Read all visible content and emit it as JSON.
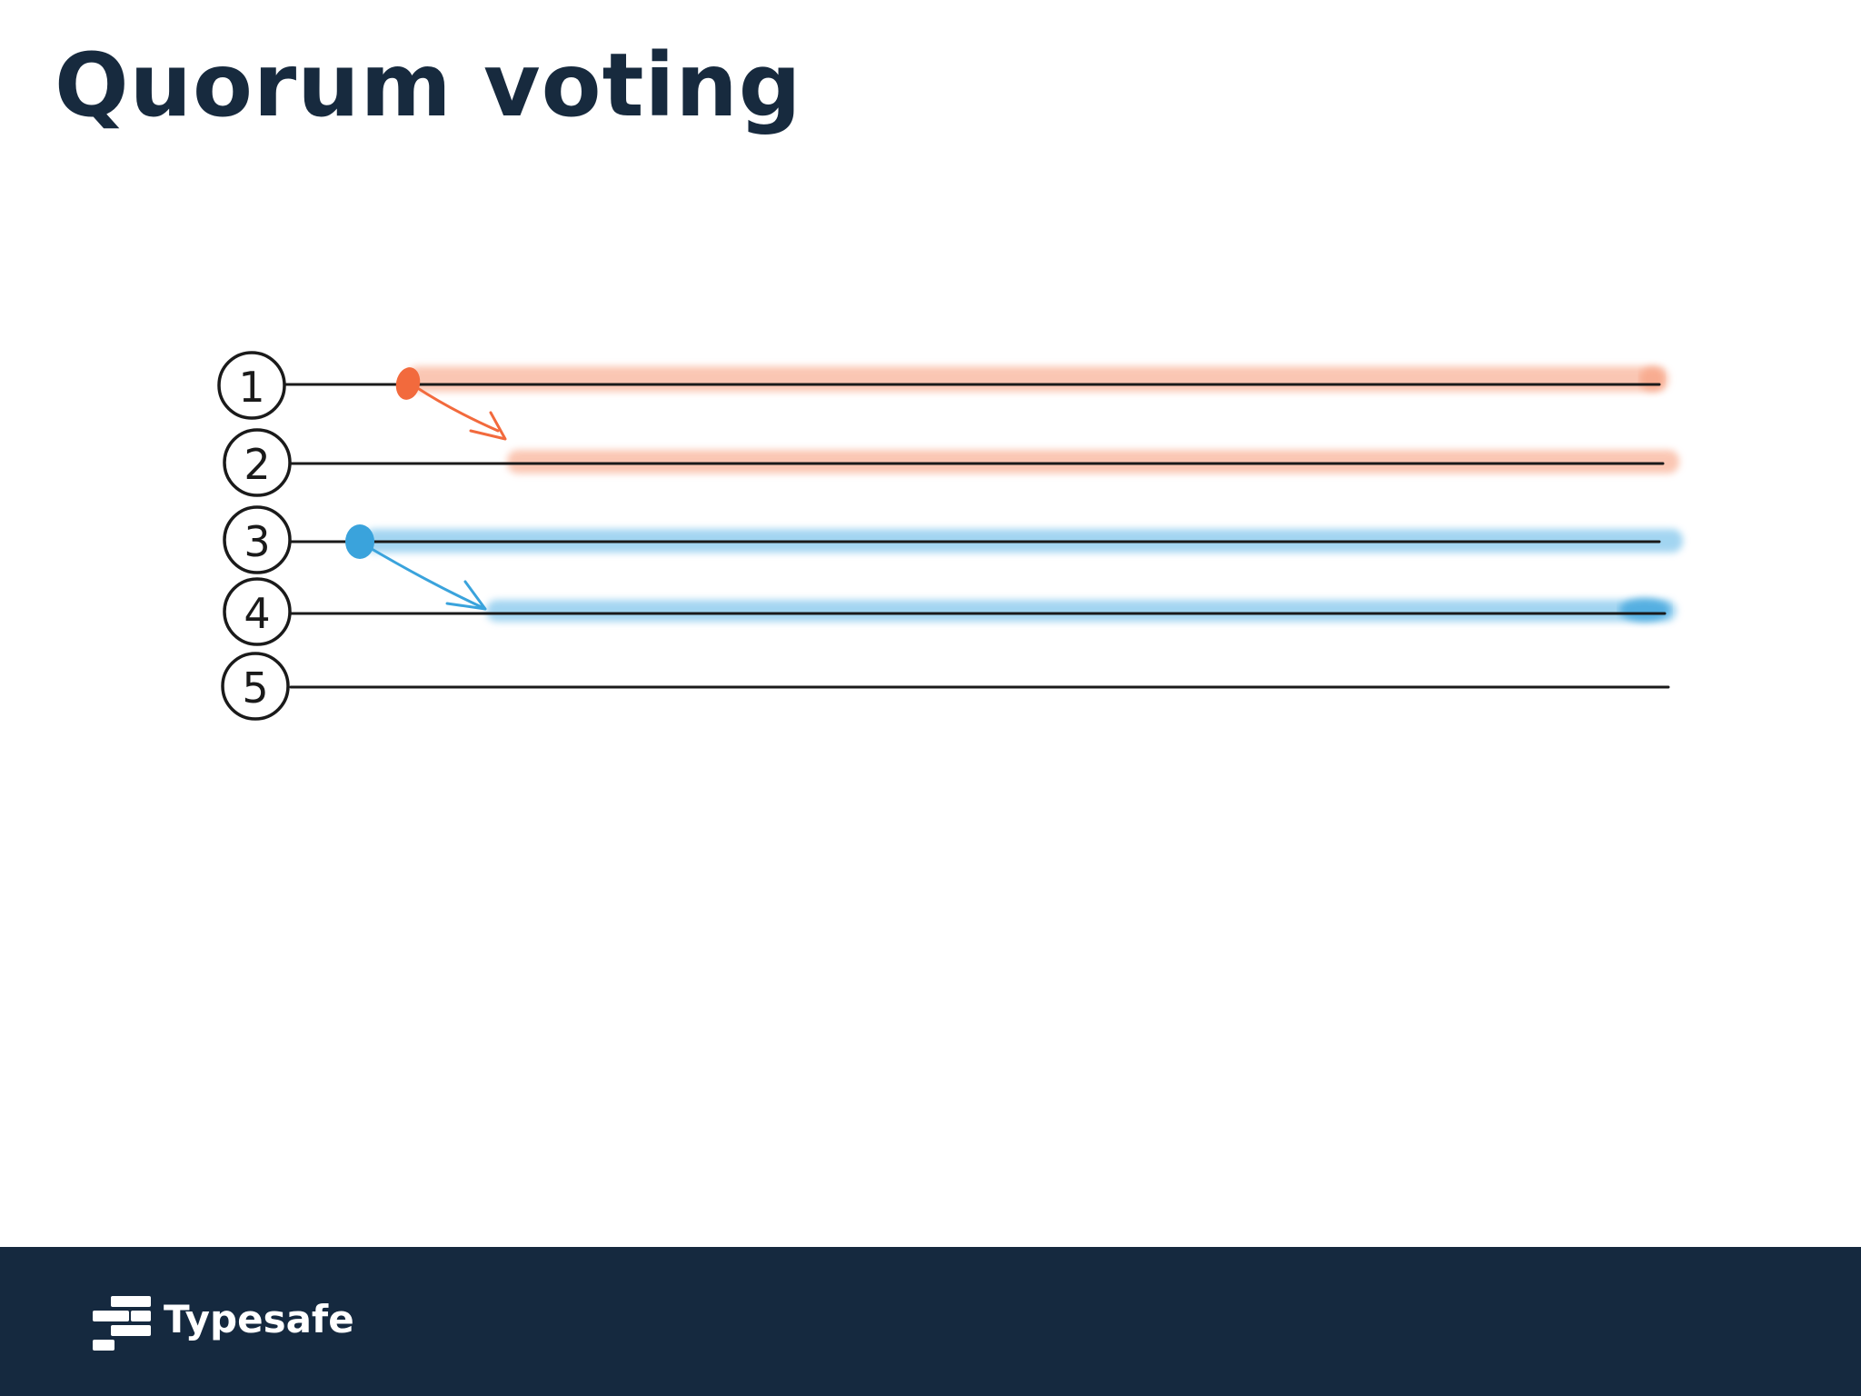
{
  "slide": {
    "title": "Quorum voting"
  },
  "diagram": {
    "nodes": [
      {
        "label": "1",
        "highlight": "orange",
        "vote_origin": true
      },
      {
        "label": "2",
        "highlight": "orange",
        "vote_origin": false
      },
      {
        "label": "3",
        "highlight": "blue",
        "vote_origin": true
      },
      {
        "label": "4",
        "highlight": "blue",
        "vote_origin": false
      },
      {
        "label": "5",
        "highlight": "none",
        "vote_origin": false
      }
    ],
    "votes": [
      {
        "from": "1",
        "to": "2",
        "color": "orange"
      },
      {
        "from": "3",
        "to": "4",
        "color": "blue"
      }
    ],
    "colors": {
      "orange": "#f26a3d",
      "orange_highlight": "#f9b49a",
      "blue": "#3aa3dc",
      "blue_highlight": "#8ccbee",
      "timeline": "#1a1a1a"
    }
  },
  "footer": {
    "brand_name": "Typesafe",
    "brand_icon": "typesafe-logo-icon",
    "background": "#15293f"
  }
}
